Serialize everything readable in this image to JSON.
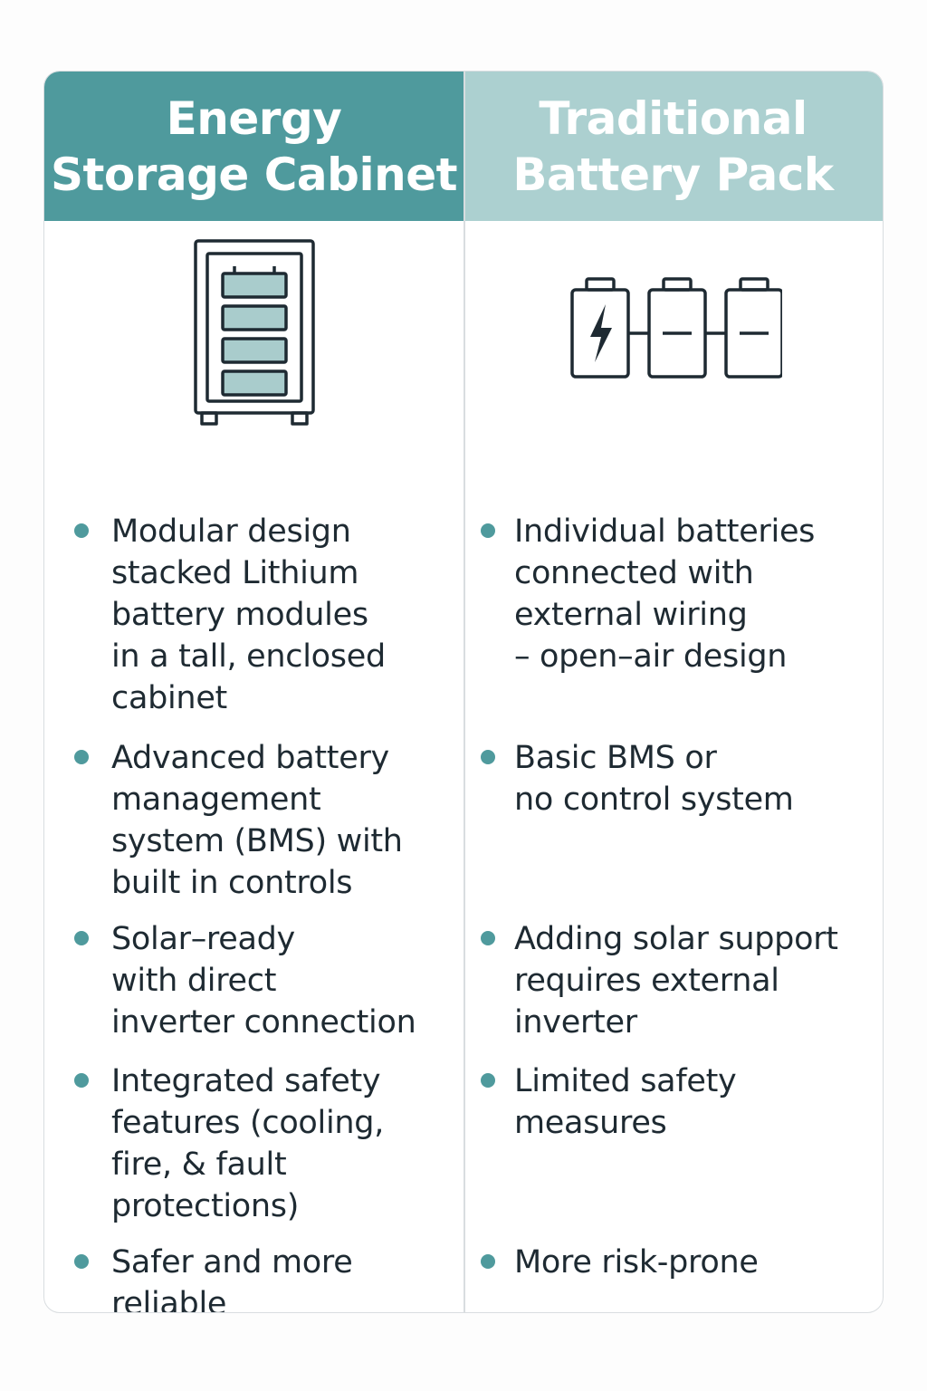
{
  "columns": [
    {
      "title": "Energy\nStorage Cabinet",
      "icon": "energy-storage-cabinet-icon",
      "header_color": "#4f9a9d",
      "items": [
        "Modular design\nstacked Lithium\nbattery modules\nin a tall, enclosed\ncabinet",
        "Advanced battery\nmanagement\nsystem (BMS) with\nbuilt in controls",
        "Solar–ready\nwith direct\ninverter connection",
        "Integrated safety\nfeatures  (cooling,\nfire, & fault\nprotections)",
        "Safer and more\nreliable"
      ]
    },
    {
      "title": "Traditional\nBattery Pack",
      "icon": "battery-pack-icon",
      "header_color": "#acd0d0",
      "items": [
        "Individual batteries\nconnected with\nexternal wiring\n– open–air design",
        "Basic BMS or\nno control system",
        "Adding solar support\nrequires external\ninverter",
        "Limited safety\nmeasures",
        "More risk-prone"
      ]
    }
  ],
  "bullet_color": "#4f9a9d"
}
